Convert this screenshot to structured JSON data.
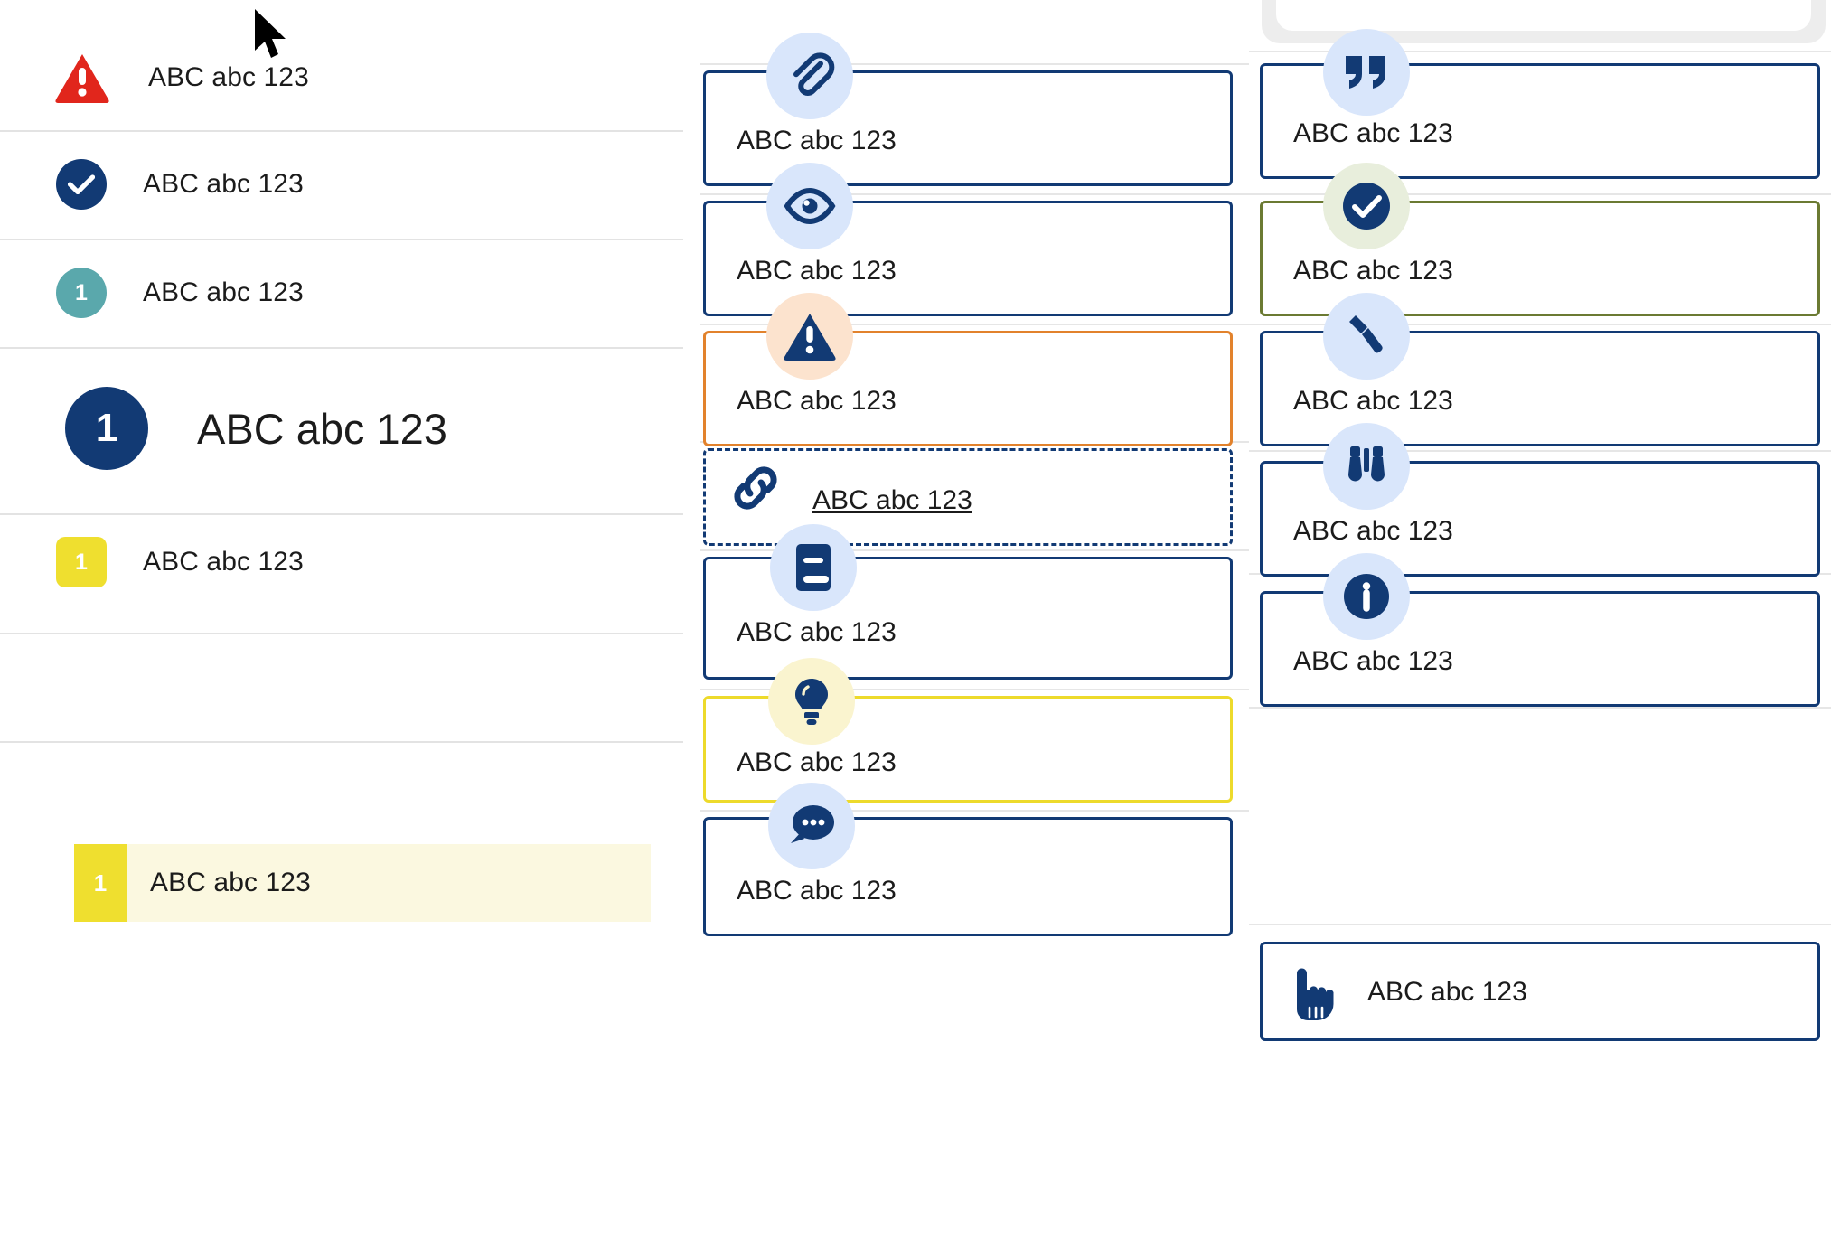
{
  "sample_text": "ABC abc 123",
  "colors": {
    "navy": "#123a74",
    "red": "#e1261c",
    "teal": "#5aa8ac",
    "yellow": "#efdf2f",
    "yellow_border": "#edda2b",
    "orange": "#e2822c",
    "olive": "#6b7a32",
    "bubble_blue": "#d9e6fb",
    "bubble_peach": "#fce3ce",
    "bubble_green": "#e8eedc",
    "bubble_lemon": "#faf4cf",
    "highlight_row": "#fbf8e0",
    "divider": "#e3e3e3",
    "text": "#1b1b1b"
  },
  "cursor": {
    "icon": "mouse-pointer-icon"
  },
  "sidebar": {
    "items": [
      {
        "icon": "warning-triangle-icon",
        "badge_style": "triangle-red",
        "badge_text": "",
        "label": "ABC abc 123",
        "size": "normal"
      },
      {
        "icon": "check-circle-icon",
        "badge_style": "circle-navy",
        "badge_text": "",
        "label": "ABC abc 123",
        "size": "normal"
      },
      {
        "icon": "number-badge-icon",
        "badge_style": "circle-teal",
        "badge_text": "1",
        "label": "ABC abc 123",
        "size": "normal"
      },
      {
        "icon": "number-badge-icon",
        "badge_style": "circle-navy-large",
        "badge_text": "1",
        "label": "ABC abc 123",
        "size": "large"
      },
      {
        "icon": "number-badge-icon",
        "badge_style": "square-yellow-rounded",
        "badge_text": "1",
        "label": "ABC abc 123",
        "size": "normal"
      },
      {
        "icon": "number-badge-icon",
        "badge_style": "square-yellow-sharp",
        "badge_text": "1",
        "label": "ABC abc 123",
        "size": "normal",
        "highlighted": true
      }
    ]
  },
  "middle_column": {
    "cards": [
      {
        "icon": "paperclip-icon",
        "bubble": "blue",
        "border": "navy",
        "style": "solid",
        "label": "ABC abc 123",
        "link": false
      },
      {
        "icon": "eye-icon",
        "bubble": "blue",
        "border": "navy",
        "style": "solid",
        "label": "ABC abc 123",
        "link": false
      },
      {
        "icon": "warning-triangle-icon",
        "bubble": "peach",
        "border": "orange",
        "style": "solid",
        "label": "ABC abc 123",
        "link": false
      },
      {
        "icon": "link-chain-icon",
        "bubble": "plain",
        "border": "navy",
        "style": "dashed",
        "label": "ABC abc 123",
        "link": true
      },
      {
        "icon": "book-icon",
        "bubble": "blue",
        "border": "navy",
        "style": "solid",
        "label": "ABC abc 123",
        "link": false
      },
      {
        "icon": "lightbulb-icon",
        "bubble": "lemon",
        "border": "yellow",
        "style": "solid",
        "label": "ABC abc 123",
        "link": false
      },
      {
        "icon": "chat-bubble-icon",
        "bubble": "blue",
        "border": "navy",
        "style": "solid",
        "label": "ABC abc 123",
        "link": false
      }
    ]
  },
  "right_column": {
    "cards": [
      {
        "icon": "quote-marks-icon",
        "bubble": "blue",
        "border": "navy",
        "style": "solid",
        "label": "ABC abc 123"
      },
      {
        "icon": "check-circle-icon",
        "bubble": "green",
        "border": "olive",
        "style": "solid",
        "label": "ABC abc 123"
      },
      {
        "icon": "pencil-icon",
        "bubble": "blue",
        "border": "navy",
        "style": "solid",
        "label": "ABC abc 123"
      },
      {
        "icon": "binoculars-icon",
        "bubble": "blue",
        "border": "navy",
        "style": "solid",
        "label": "ABC abc 123"
      },
      {
        "icon": "info-circle-icon",
        "bubble": "blue",
        "border": "navy",
        "style": "solid",
        "label": "ABC abc 123"
      },
      {
        "icon": "pointing-hand-icon",
        "bubble": "inline",
        "border": "navy",
        "style": "solid",
        "label": "ABC abc 123"
      }
    ]
  }
}
